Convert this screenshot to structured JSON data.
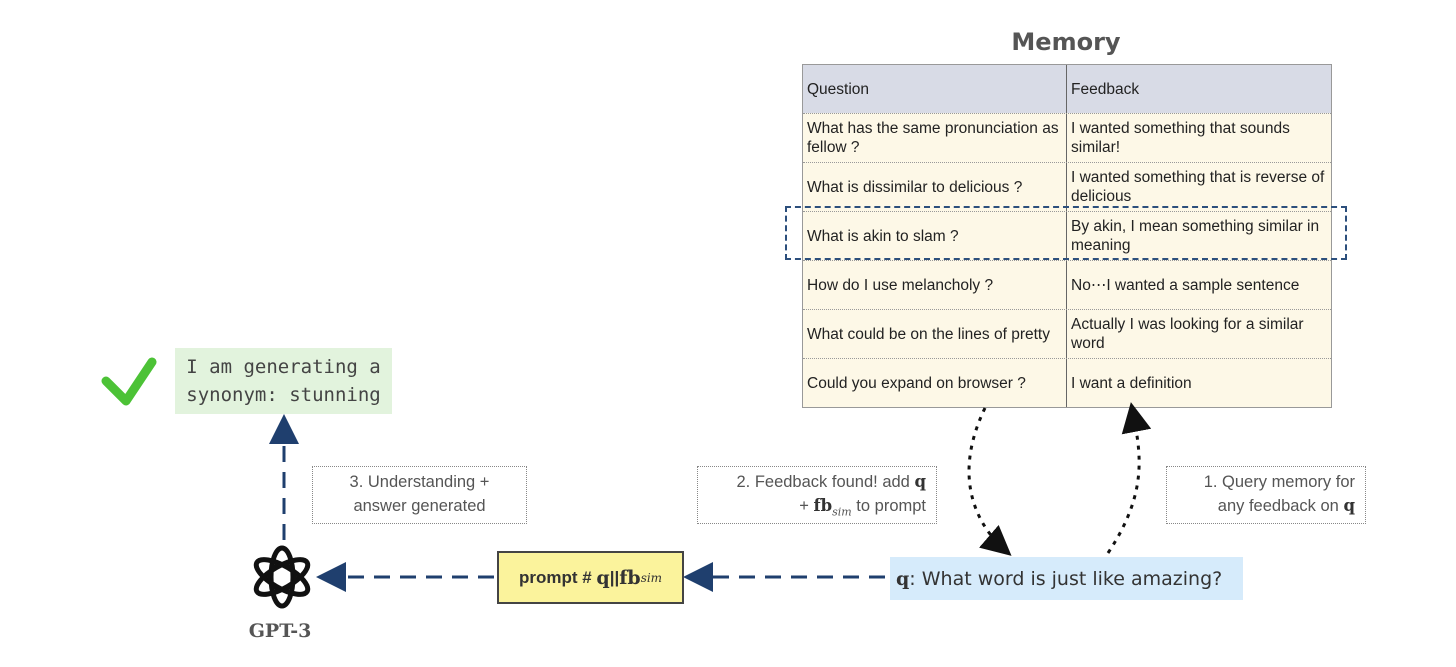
{
  "memory": {
    "title": "Memory",
    "columns": [
      "Question",
      "Feedback"
    ],
    "rows": [
      {
        "question": "What has the same pronunciation as fellow ?",
        "feedback": "I wanted something that sounds similar!"
      },
      {
        "question": "What is dissimilar to delicious ?",
        "feedback": "I wanted something that is reverse of delicious"
      },
      {
        "question": "What is akin to slam ?",
        "feedback": "By akin, I mean something similar in meaning"
      },
      {
        "question": "How do I use melancholy ?",
        "feedback": "No⋯I wanted a sample sentence"
      },
      {
        "question": "What could be on the lines of pretty",
        "feedback": "Actually I was looking for a similar word"
      },
      {
        "question": "Could you expand on browser ?",
        "feedback": "I want a definition"
      }
    ],
    "highlighted_row_index": 2
  },
  "steps": {
    "step1": {
      "text": "1. Query memory for any feedback on",
      "symbol": "q"
    },
    "step2": {
      "text_a": "2. Feedback found! add",
      "symbol_q": "q",
      "plus": "+",
      "symbol_fb": "fb",
      "sub": "sim",
      "text_b": "to prompt"
    },
    "step3": {
      "text": "3. Understanding + answer generated"
    }
  },
  "query": {
    "symbol": "q",
    "text": ": What word is just like amazing?"
  },
  "prompt": {
    "prefix": "prompt #",
    "symbol_q": "q",
    "sep": "||",
    "symbol_fb": "fb",
    "sub": "sim"
  },
  "model": {
    "label": "GPT-3",
    "icon": "openai-logo-icon"
  },
  "result": {
    "text": "I am generating a synonym: stunning",
    "icon": "checkmark-icon"
  },
  "colors": {
    "arrow": "#1f3f6e",
    "check": "#4cc236",
    "query_bg": "#d6ebfb",
    "prompt_bg": "#fbf39c",
    "result_bg": "#e2f3dd",
    "table_bg": "#fdf8e7",
    "table_header_bg": "#d8dbe6"
  }
}
